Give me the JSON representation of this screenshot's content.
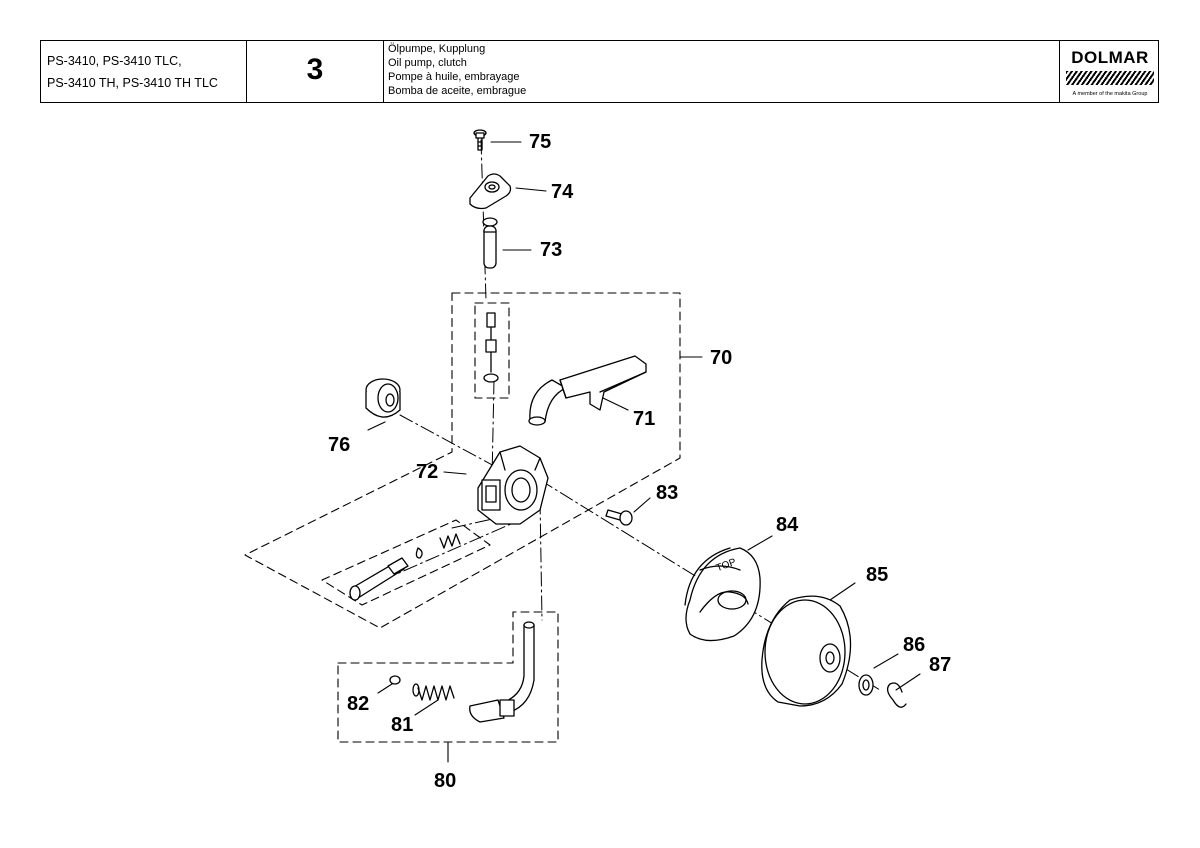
{
  "header": {
    "models": [
      "PS-3410, PS-3410 TLC,",
      "PS-3410 TH, PS-3410 TH TLC"
    ],
    "page_number": "3",
    "description": [
      "Ölpumpe, Kupplung",
      "Oil pump, clutch",
      "Pompe à huile, embrayage",
      "Bomba de aceite, embrague"
    ],
    "brand": "DOLMAR",
    "brand_sub": "A member of the makita Group"
  },
  "parts": {
    "p70": "70",
    "p71": "71",
    "p72": "72",
    "p73": "73",
    "p74": "74",
    "p75": "75",
    "p76": "76",
    "p80": "80",
    "p81": "81",
    "p82": "82",
    "p83": "83",
    "p84": "84",
    "p85": "85",
    "p86": "86",
    "p87": "87"
  },
  "labels": {
    "top_marking": "TOP"
  }
}
